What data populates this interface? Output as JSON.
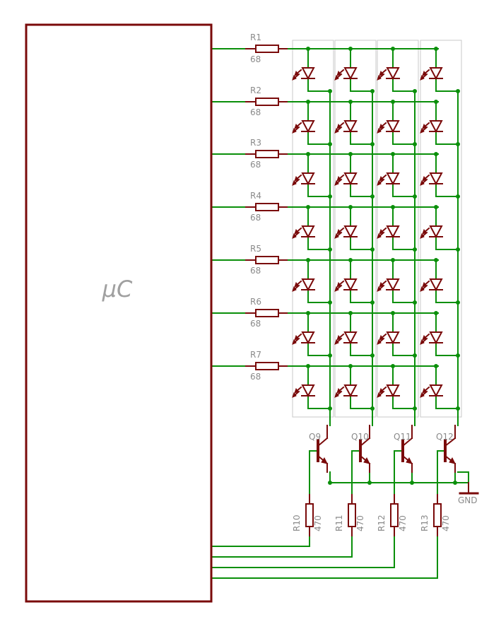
{
  "mcu": {
    "label": "μC"
  },
  "row_resistors": [
    {
      "name": "R1",
      "value": "68"
    },
    {
      "name": "R2",
      "value": "68"
    },
    {
      "name": "R3",
      "value": "68"
    },
    {
      "name": "R4",
      "value": "68"
    },
    {
      "name": "R5",
      "value": "68"
    },
    {
      "name": "R6",
      "value": "68"
    },
    {
      "name": "R7",
      "value": "68"
    }
  ],
  "transistors": [
    {
      "name": "Q9"
    },
    {
      "name": "Q10"
    },
    {
      "name": "Q11"
    },
    {
      "name": "Q12"
    }
  ],
  "base_resistors": [
    {
      "name": "R10",
      "value": "470"
    },
    {
      "name": "R11",
      "value": "470"
    },
    {
      "name": "R12",
      "value": "470"
    },
    {
      "name": "R13",
      "value": "470"
    }
  ],
  "ground": {
    "label": "GND"
  },
  "colors": {
    "wire": "#0a8f0a",
    "part": "#7a0a0a",
    "frame": "#c8c8c8",
    "text": "#8a8a8a"
  }
}
